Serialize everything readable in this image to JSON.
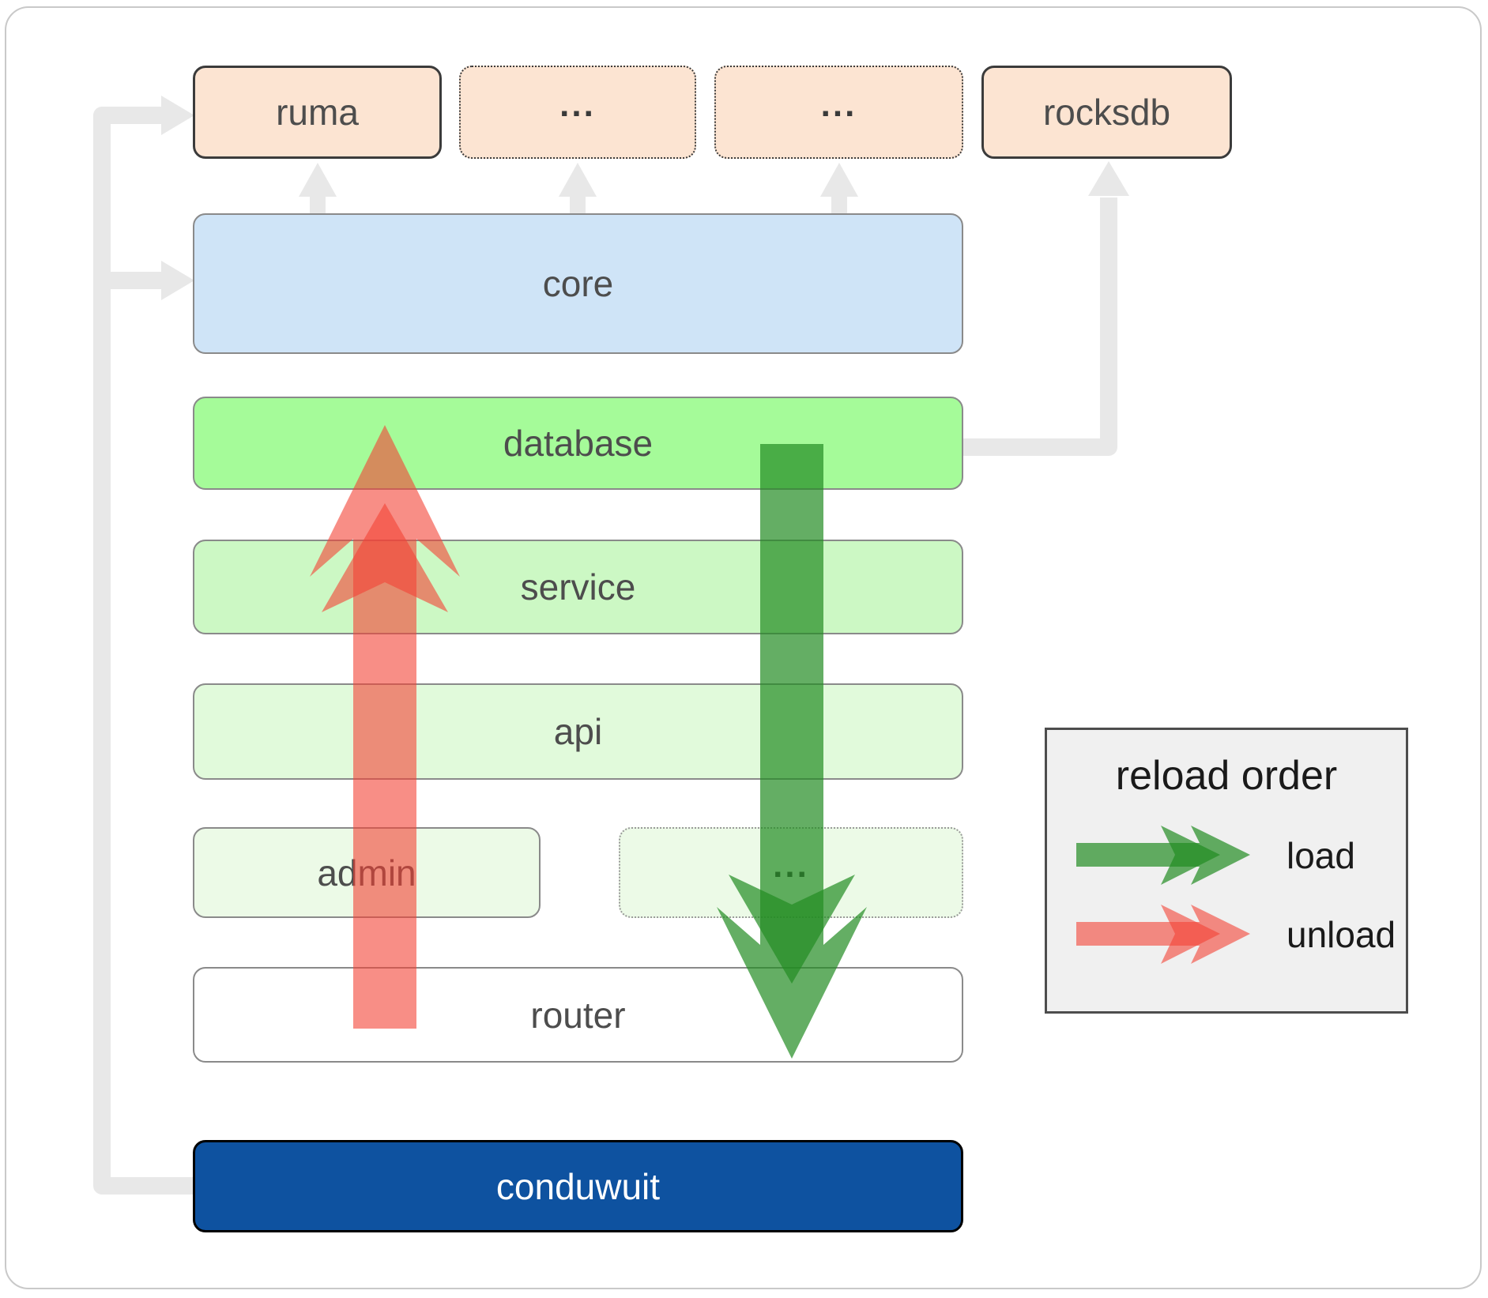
{
  "boxes": {
    "ruma": "ruma",
    "dots_top_left": "...",
    "dots_top_right": "...",
    "rocksdb": "rocksdb",
    "core": "core",
    "database": "database",
    "service": "service",
    "api": "api",
    "admin": "admin",
    "dots_admin": "...",
    "router": "router",
    "conduwuit": "conduwuit"
  },
  "legend": {
    "title": "reload order",
    "load_label": "load",
    "unload_label": "unload"
  },
  "colors": {
    "peach_fill": "#fce4d2",
    "core_fill": "#cfe4f7",
    "database_fill": "#a5fb99",
    "service_fill": "#ccf8c4",
    "api_fill": "#e1fadb",
    "admin_fill": "#ecfae7",
    "router_fill": "#ffffff",
    "conduwuit_fill": "#0e52a0",
    "load_arrow": "#228b22",
    "unload_arrow": "#f44336",
    "connector_gray": "#e8e8e8",
    "legend_bg": "#f0f0f0",
    "label_text": "#4d4d4d",
    "dark_border": "#3b3b3b",
    "gray_border": "#8a8a8a"
  }
}
